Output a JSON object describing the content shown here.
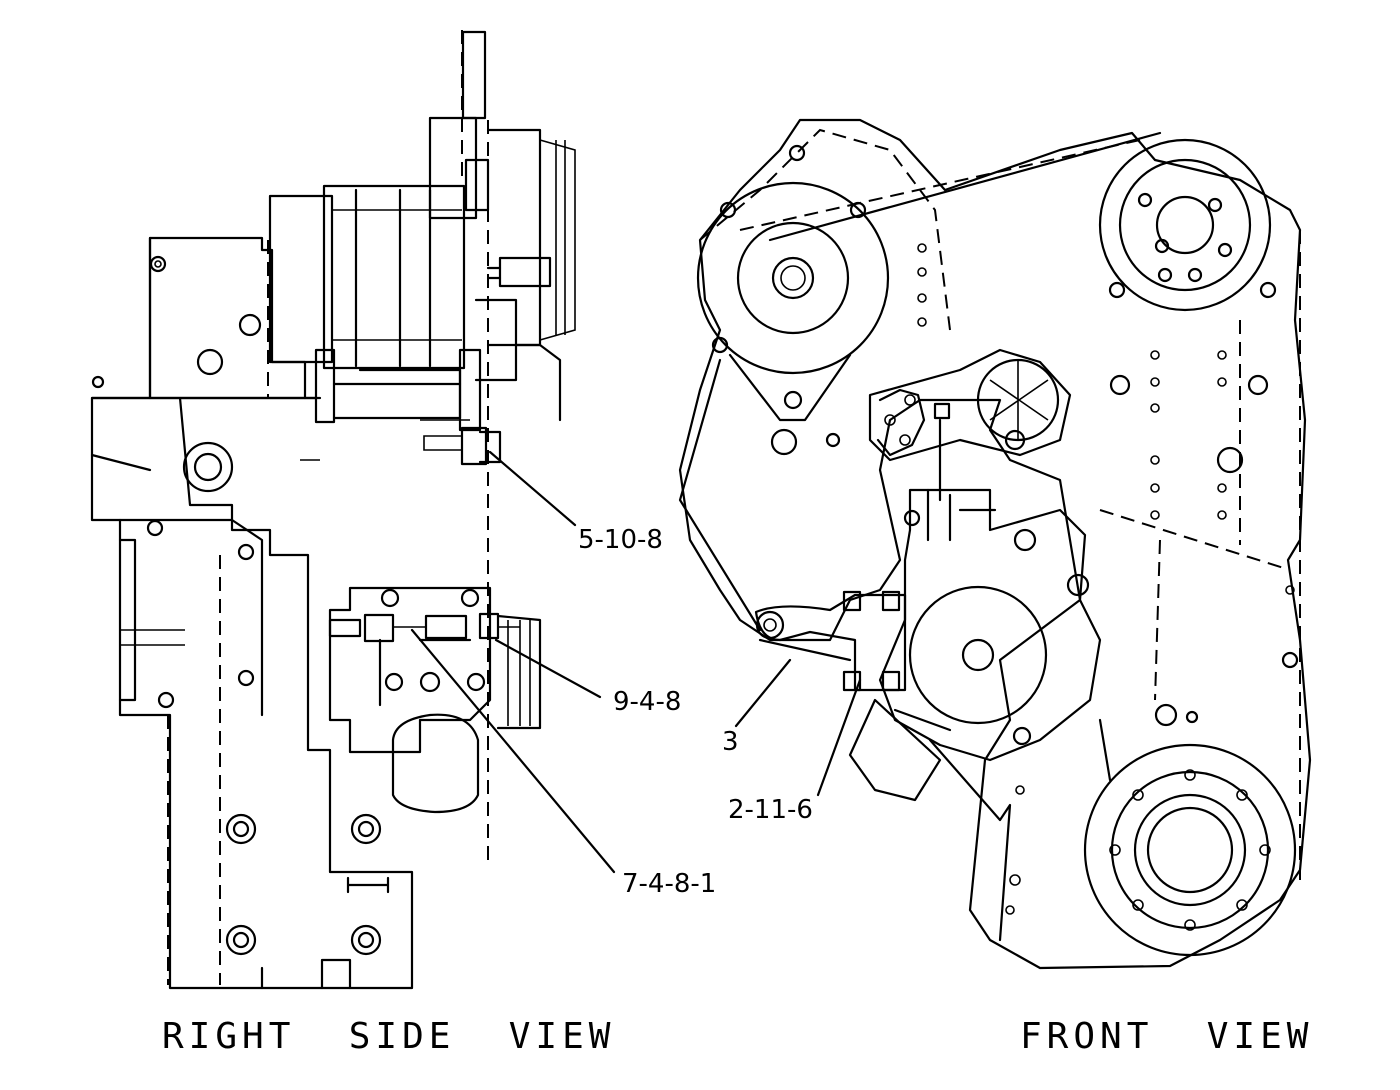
{
  "views": {
    "right": {
      "title": "RIGHT  SIDE  VIEW"
    },
    "front": {
      "title": "FRONT  VIEW"
    }
  },
  "callouts": {
    "c1": "5-10-8",
    "c2": "9-4-8",
    "c3": "7-4-8-1",
    "c4": "3",
    "c5": "2-11-6"
  }
}
